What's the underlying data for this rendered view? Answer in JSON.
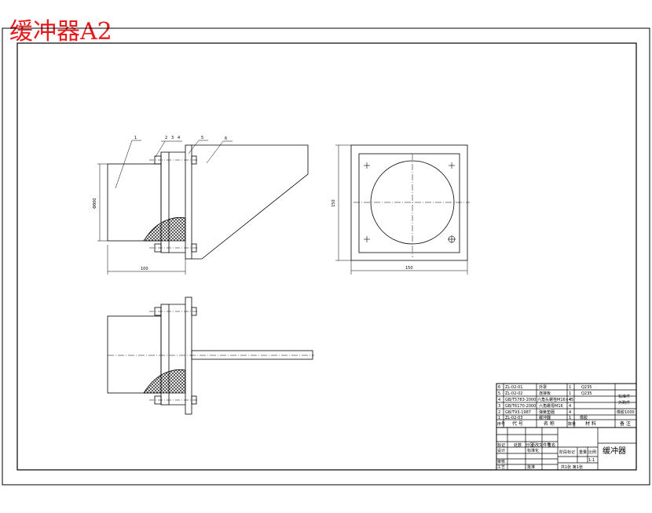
{
  "title": "缓冲器A2",
  "part_callouts": [
    "1",
    "2",
    "3",
    "4",
    "5",
    "6"
  ],
  "dimensions": {
    "side_height": "Φ800",
    "side_width": "100",
    "front_height": "150",
    "front_width": "150"
  },
  "bom": {
    "rows": [
      {
        "no": "6",
        "code": "ZL-02-01",
        "name": "外罩",
        "qty": "1",
        "material": "Q235"
      },
      {
        "no": "5",
        "code": "ZL-02-02",
        "name": "连接板",
        "qty": "1",
        "material": "Q235"
      },
      {
        "no": "4",
        "code": "GB/T5783-2000",
        "name": "六角头螺栓M16×45",
        "qty": "4",
        "material": ""
      },
      {
        "no": "3",
        "code": "GB/T6170-2000",
        "name": "六角螺母M16",
        "qty": "4",
        "material": ""
      },
      {
        "no": "2",
        "code": "GB/T93-1987",
        "name": "弹簧垫圈",
        "qty": "4",
        "material": ""
      },
      {
        "no": "1",
        "code": "ZL-02-03",
        "name": "缓冲器",
        "qty": "1",
        "material": "橡胶"
      }
    ],
    "header": {
      "no": "序号",
      "code": "代 号",
      "name": "名 称",
      "qty": "数量",
      "material": "材 料",
      "remark": "备 注"
    },
    "remarks": [
      "标准件",
      "外购件",
      "橡胶1000"
    ]
  },
  "title_block": {
    "part_name": "缓冲器",
    "scale": "1:1",
    "stage_label": "阶段标记",
    "weight_label": "重量",
    "scale_label": "比例",
    "sheet_info": "共1张 第1张",
    "designer_label": "设计",
    "checker_label": "审核",
    "process_label": "工艺",
    "standard_label": "标准化",
    "approve_label": "批准",
    "date_label": "日期",
    "revision_labels": [
      "标记",
      "处数",
      "分区",
      "更改文件号",
      "签名"
    ]
  }
}
